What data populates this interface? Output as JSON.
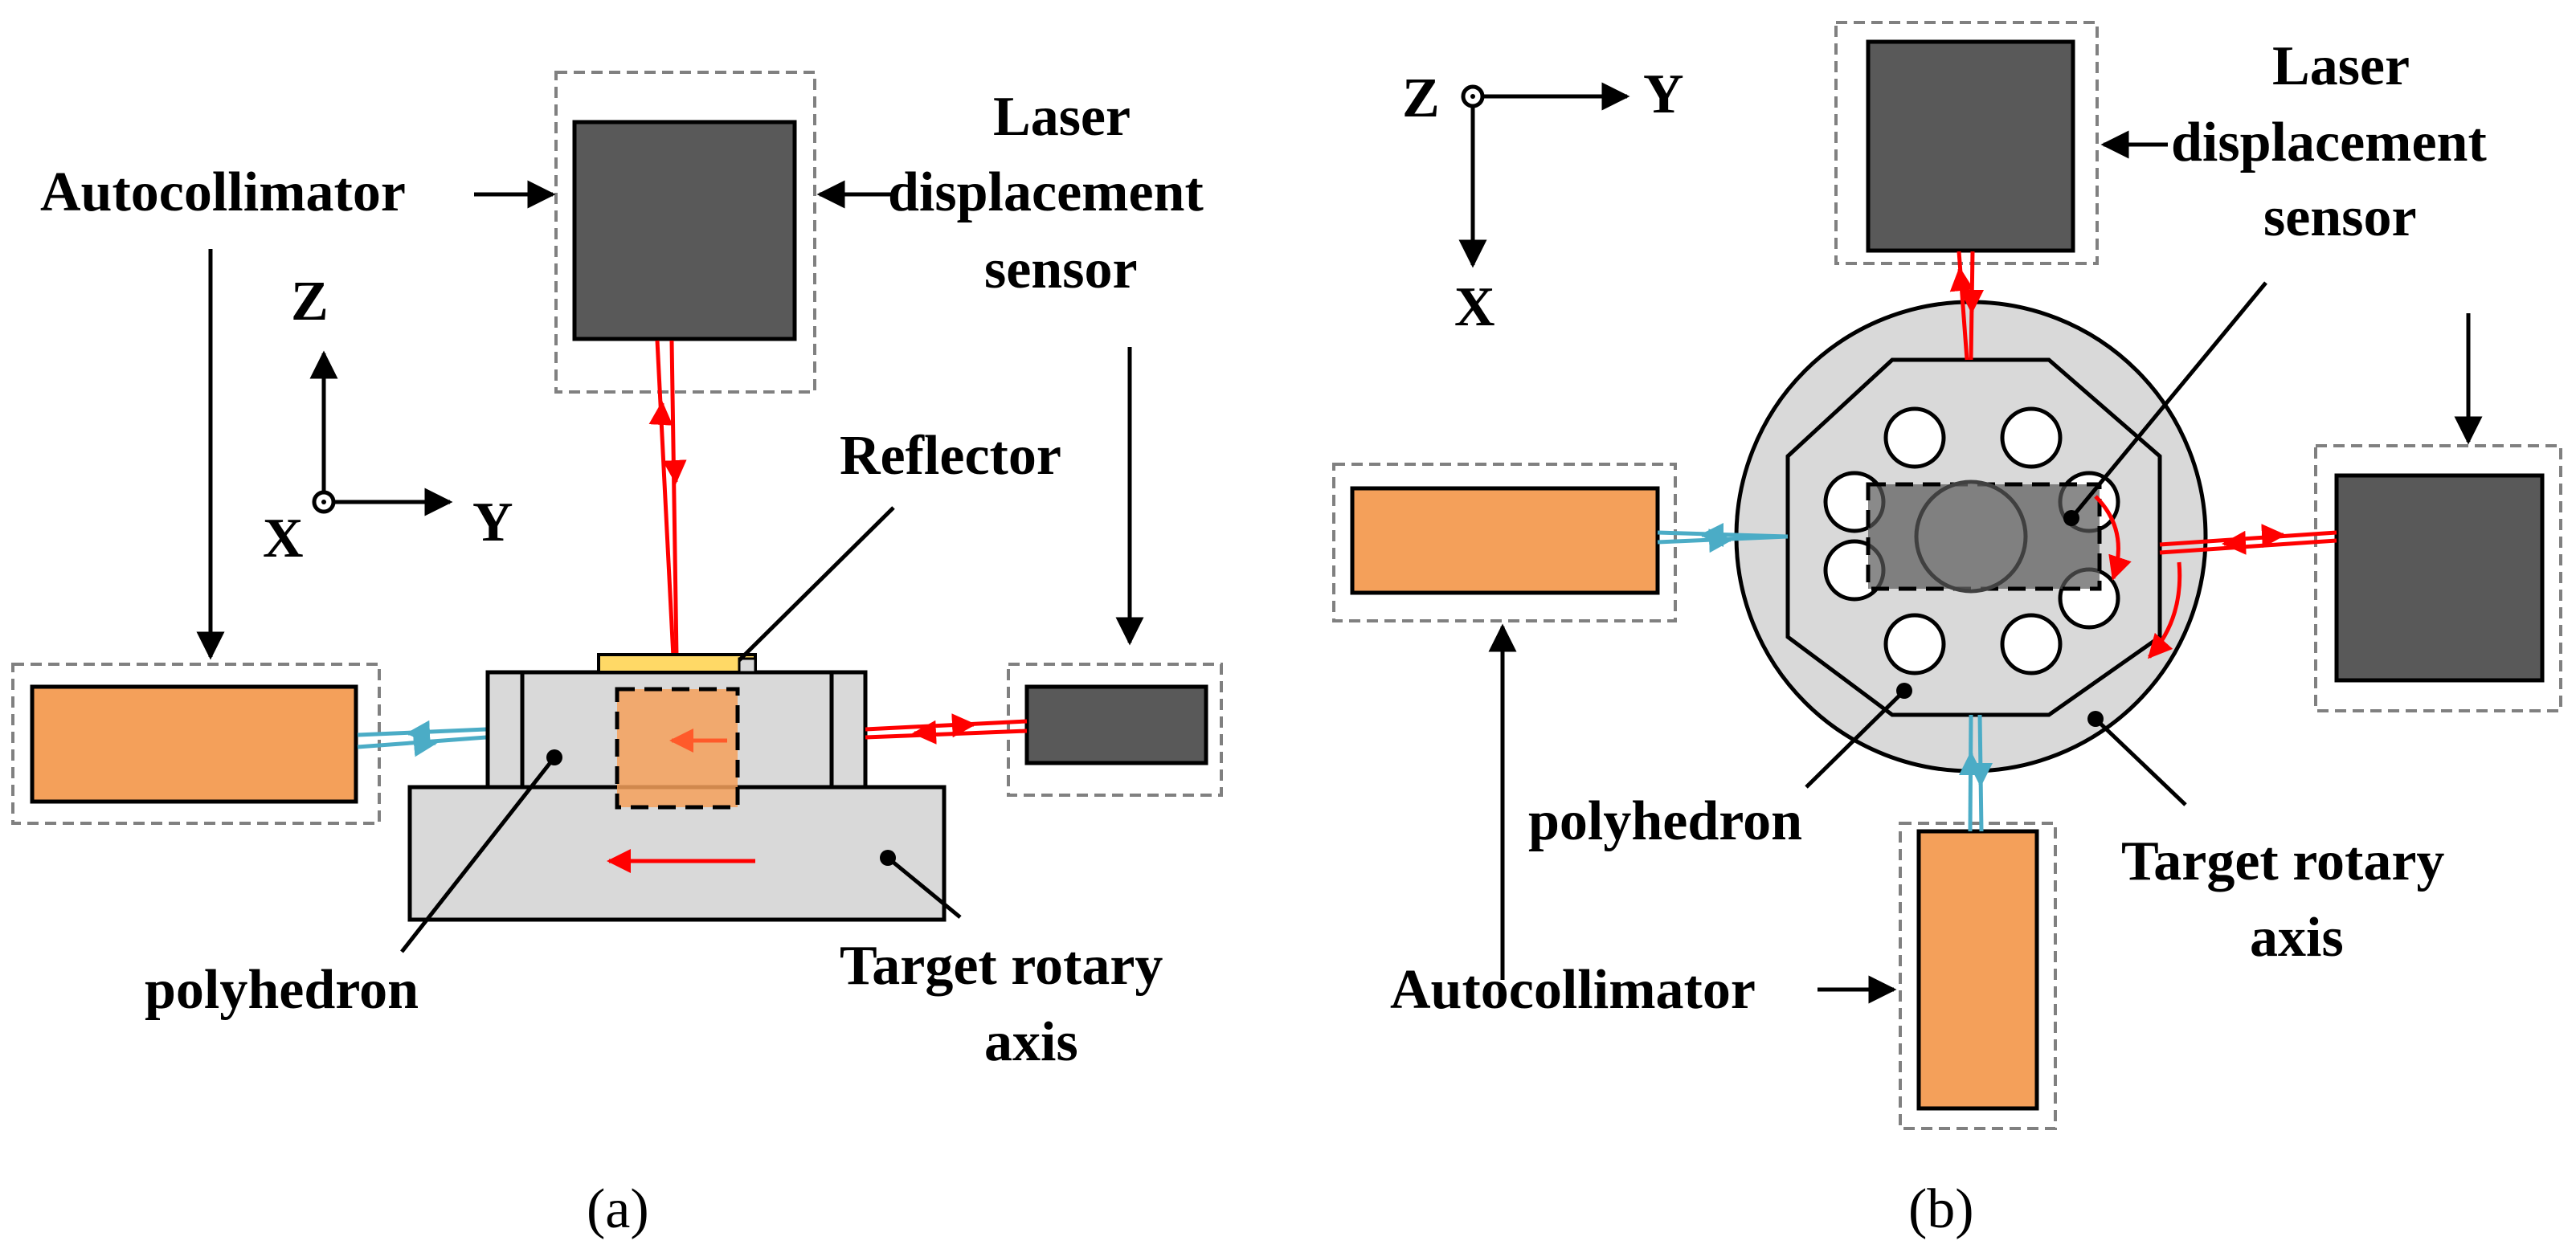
{
  "panel_a": {
    "labels": {
      "autocollimator": "Autocollimator",
      "laser_line1": "Laser",
      "laser_line2": "displacement",
      "laser_line3": "sensor",
      "reflector": "Reflector",
      "polyhedron": "polyhedron",
      "target_line1": "Target rotary",
      "target_line2": "axis"
    },
    "axes": {
      "z": "Z",
      "y": "Y",
      "x": "X"
    },
    "caption": "(a)"
  },
  "panel_b": {
    "labels": {
      "laser_line1": "Laser",
      "laser_line2": "displacement",
      "laser_line3": "sensor",
      "polyhedron": "polyhedron",
      "target_line1": "Target rotary",
      "target_line2": "axis",
      "autocollimator": "Autocollimator"
    },
    "axes": {
      "z": "Z",
      "y": "Y",
      "x": "X"
    },
    "caption": "(b)"
  },
  "colors": {
    "sensor_dark": "#595959",
    "autocollimator_orange": "#f4a05a",
    "body_gray": "#d9d9d9",
    "laser_red": "#ff0000",
    "beam_blue": "#4bacc6",
    "reflector_yellow": "#ffd966",
    "dashed_gray": "#808080"
  }
}
